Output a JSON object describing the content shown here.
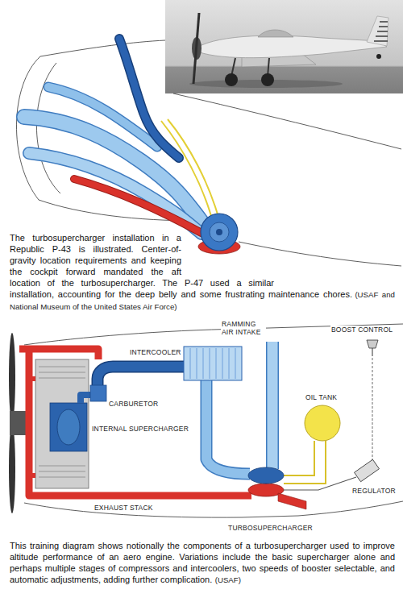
{
  "diagram": {
    "labels": [
      "The turbosupercharger installation in a Republic P-43 is illustrated. Center-of-gravity location requirements and keeping the cockpit forward mandated the aft location of the turbosupercharger. The P-47 used a similar installation, accounting for the deep belly and some frustrating maintenance chores.",
      "(USAF and National Museum of the United States Air Force)",
      "INTERCOOLER",
      "RAMMING AIR INTAKE",
      "BOOST CONTROL",
      "OIL TANK",
      "CARBURETOR",
      "INTERNAL SUPERCHARGER",
      "REGULATOR",
      "EXHAUST STACK",
      "TURBOSUPERCHARGER",
      "This training diagram shows notionally the components of a turbosupercharger used to improve altitude performance of an aero engine. Variations include the basic supercharger alone and perhaps multiple stages of compressors and intercoolers, two speeds of booster selectable, and automatic adjustments, adding further complication.",
      "(USAF)"
    ]
  }
}
